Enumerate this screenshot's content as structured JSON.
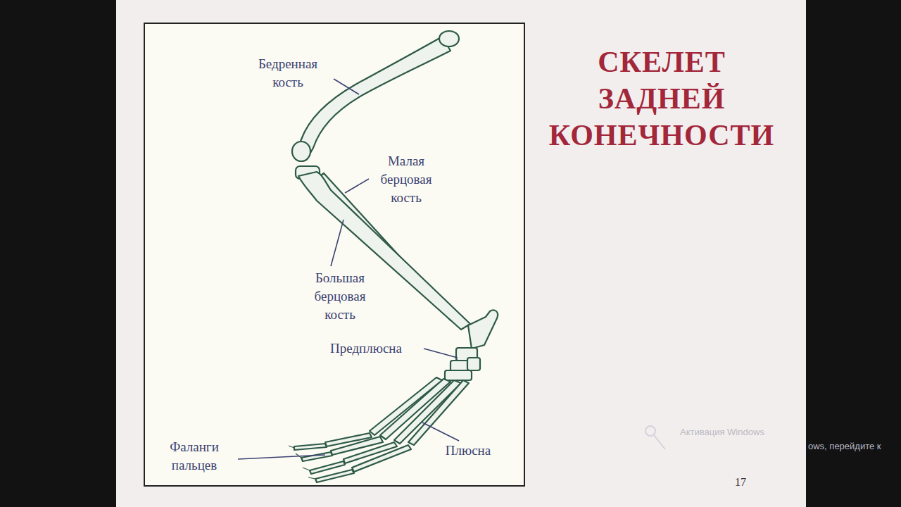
{
  "diagram": {
    "title": "СКЕЛЕТ ЗАДНЕЙ КОНЕЧНОСТИ",
    "labels": [
      "Бедренная кость",
      "Малая берцовая кость",
      "Большая берцовая кость",
      "Предплюсна",
      "Фаланги пальцев",
      "Плюсна",
      "17",
      "Активация Windows",
      "ows, перейдите к"
    ]
  }
}
